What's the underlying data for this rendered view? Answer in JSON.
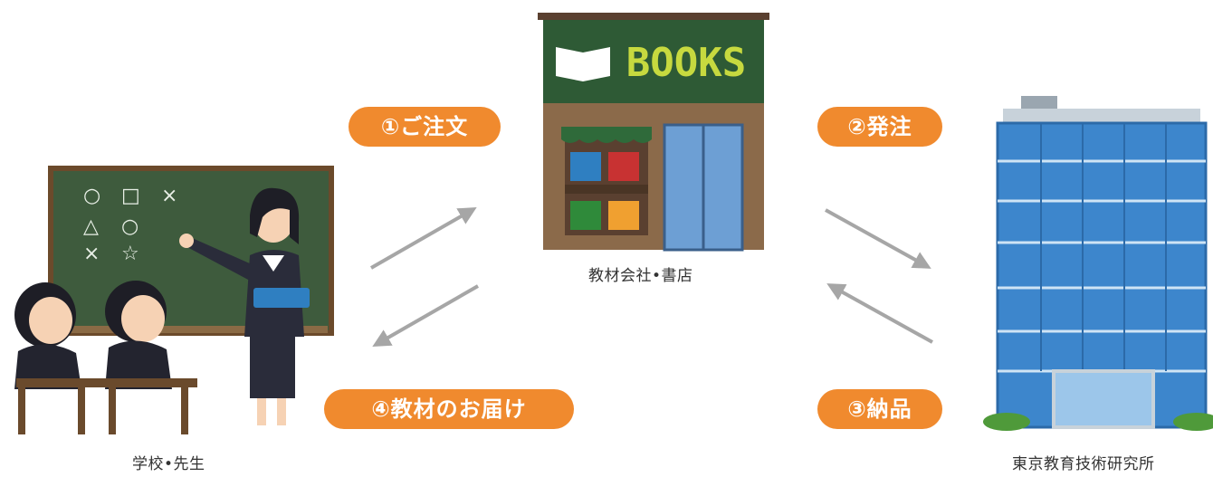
{
  "nodes": {
    "school": {
      "caption": "学校•先生",
      "board_symbols": [
        "○",
        "□",
        "×",
        "△",
        "○",
        "×",
        "☆"
      ]
    },
    "bookstore": {
      "caption": "教材会社•書店",
      "sign": "BOOKS"
    },
    "institute": {
      "caption": "東京教育技術研究所"
    }
  },
  "steps": {
    "order": "①ご注文",
    "place_order": "②発注",
    "deliver": "③納品",
    "delivery_to_school": "④教材のお届け"
  },
  "colors": {
    "step_badge": "#f08a2e",
    "arrow": "#a6a6a6",
    "chalkboard": "#3e5b3d",
    "store_roof": "#2e5a35",
    "building_glass": "#3d86cc"
  }
}
